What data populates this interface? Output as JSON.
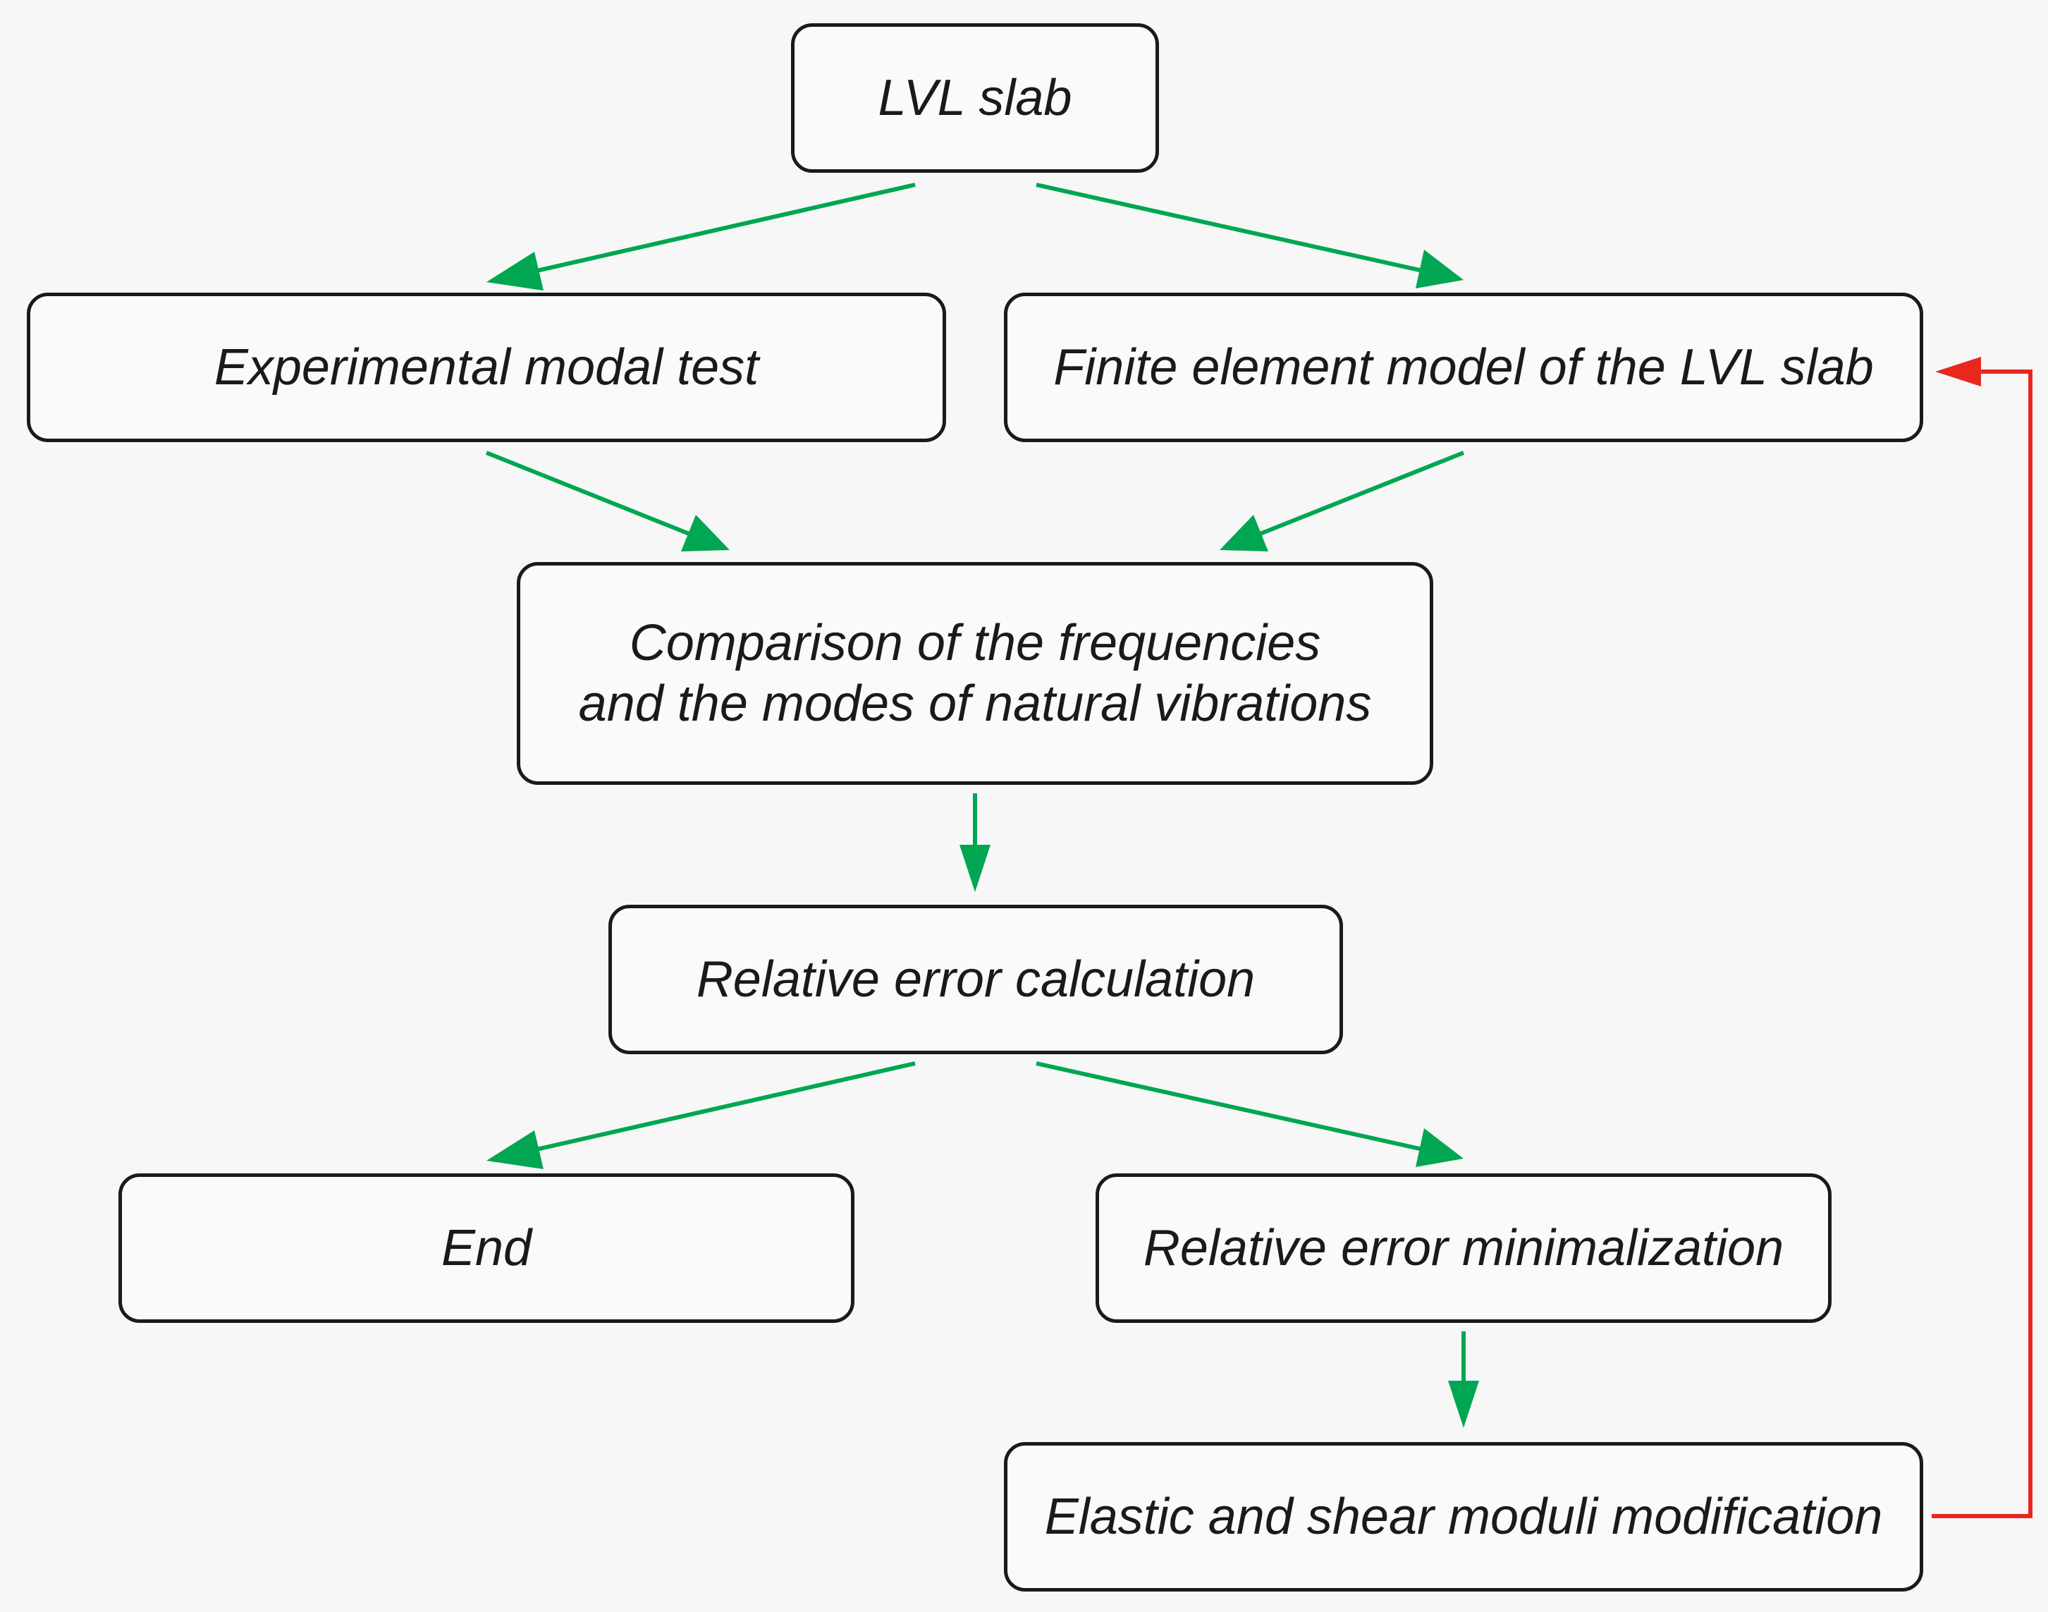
{
  "nodes": {
    "lvl_slab": "LVL slab",
    "experimental_modal_test": "Experimental modal test",
    "finite_element_model": "Finite element model of the LVL slab",
    "comparison": "Comparison of the frequencies\nand the modes of natural vibrations",
    "relative_error_calculation": "Relative error calculation",
    "end": "End",
    "relative_error_minimalization": "Relative error minimalization",
    "moduli_modification": "Elastic and shear moduli modification"
  },
  "edges": [
    {
      "from": "lvl_slab",
      "to": "experimental_modal_test",
      "color": "#00a651"
    },
    {
      "from": "lvl_slab",
      "to": "finite_element_model",
      "color": "#00a651"
    },
    {
      "from": "experimental_modal_test",
      "to": "comparison",
      "color": "#00a651"
    },
    {
      "from": "finite_element_model",
      "to": "comparison",
      "color": "#00a651"
    },
    {
      "from": "comparison",
      "to": "relative_error_calculation",
      "color": "#00a651"
    },
    {
      "from": "relative_error_calculation",
      "to": "end",
      "color": "#00a651"
    },
    {
      "from": "relative_error_calculation",
      "to": "relative_error_minimalization",
      "color": "#00a651"
    },
    {
      "from": "relative_error_minimalization",
      "to": "moduli_modification",
      "color": "#00a651"
    },
    {
      "from": "moduli_modification",
      "to": "finite_element_model",
      "color": "#e8281e"
    }
  ],
  "colors": {
    "flow_arrow": "#00a651",
    "feedback_arrow": "#e8281e",
    "box_border": "#1a1a1a",
    "text": "#1a1a1a"
  }
}
